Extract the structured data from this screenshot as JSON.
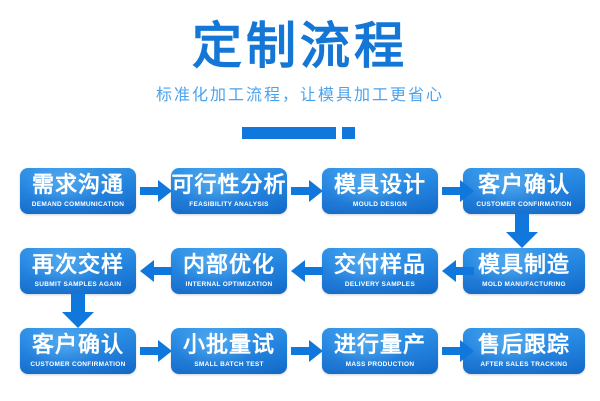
{
  "header": {
    "title": "定制流程",
    "subtitle": "标准化加工流程，让模具加工更省心",
    "title_color": "#1477d6",
    "subtitle_color": "#4ba3ec",
    "divider_color": "#1077dd"
  },
  "theme": {
    "node_fill_light": "#2f93e8",
    "node_fill_dark": "#1168c8",
    "arrow_color": "#1077dd",
    "text_color": "#ffffff",
    "background": "#ffffff"
  },
  "flow": {
    "rows": [
      {
        "direction": "left-to-right",
        "nodes": [
          {
            "cn": "需求沟通",
            "en": "DEMAND COMMUNICATION"
          },
          {
            "cn": "可行性分析",
            "en": "FEASIBILITY ANALYSIS"
          },
          {
            "cn": "模具设计",
            "en": "MOULD DESIGN"
          },
          {
            "cn": "客户确认",
            "en": "CUSTOMER CONFIRMATION"
          }
        ]
      },
      {
        "direction": "right-to-left",
        "nodes": [
          {
            "cn": "再次交样",
            "en": "SUBMIT SAMPLES AGAIN"
          },
          {
            "cn": "内部优化",
            "en": "INTERNAL OPTIMIZATION"
          },
          {
            "cn": "交付样品",
            "en": "DELIVERY SAMPLES"
          },
          {
            "cn": "模具制造",
            "en": "MOLD MANUFACTURING"
          }
        ]
      },
      {
        "direction": "left-to-right",
        "nodes": [
          {
            "cn": "客户确认",
            "en": "CUSTOMER CONFIRMATION"
          },
          {
            "cn": "小批量试",
            "en": "SMALL BATCH TEST"
          },
          {
            "cn": "进行量产",
            "en": "MASS PRODUCTION"
          },
          {
            "cn": "售后跟踪",
            "en": "AFTER SALES TRACKING"
          }
        ]
      }
    ],
    "connectors": [
      {
        "name": "row1-to-row2",
        "direction": "down",
        "side": "right"
      },
      {
        "name": "row2-to-row3",
        "direction": "down",
        "side": "left"
      }
    ]
  }
}
